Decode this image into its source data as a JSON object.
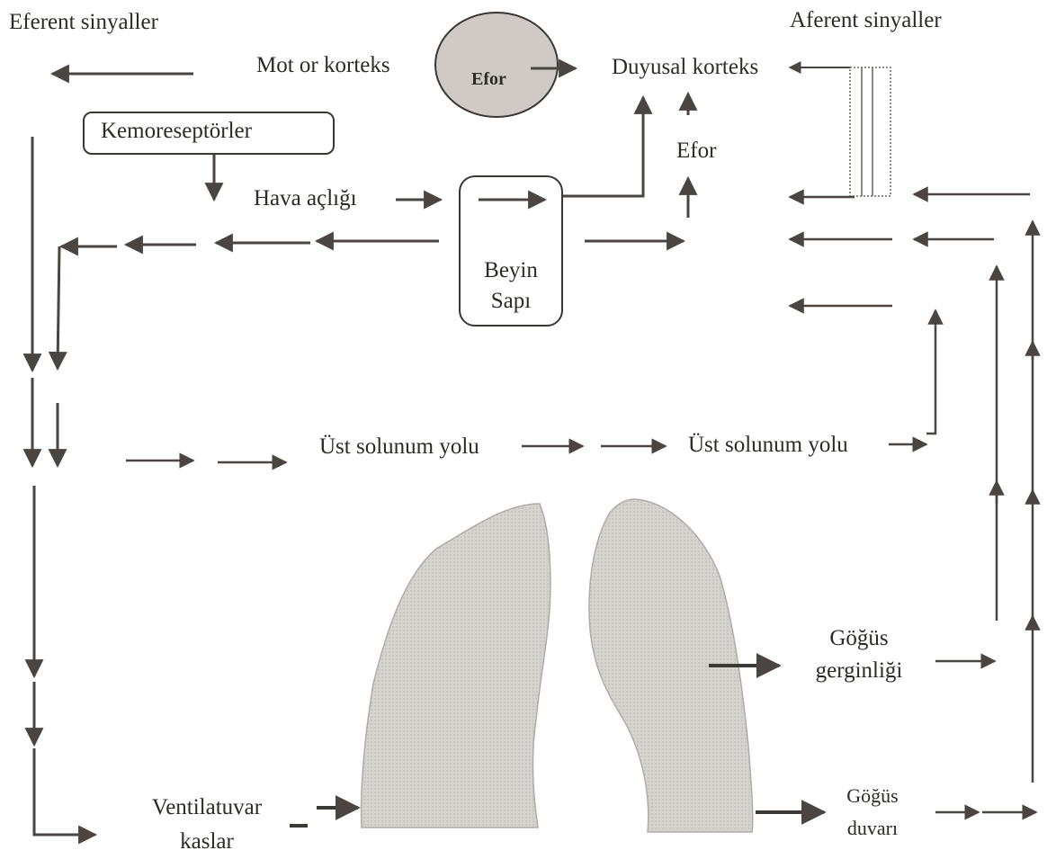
{
  "labels": {
    "efferent": "Eferent sinyaller",
    "afferent": "Aferent sinyaller",
    "motor_cortex": "Mot or korteks",
    "effort_oval": "Efor",
    "sensory_cortex": "Duyusal korteks",
    "chemoreceptors": "Kemoreseptörler",
    "effort": "Efor",
    "air_hunger": "Hava açlığı",
    "brainstem_line1": "Beyin",
    "brainstem_line2": "Sapı",
    "upper_airway_1": "Üst solunum yolu",
    "upper_airway_2": "Üst solunum yolu",
    "chest_tightness_line1": "Göğüs",
    "chest_tightness_line2": "gerginliği",
    "ventilatory_line1": "Ventilatuvar",
    "ventilatory_line2": "kaslar",
    "chest_wall_line1": "Göğüs",
    "chest_wall_line2": "duvarı"
  },
  "colors": {
    "arrow": "#4a4540",
    "oval_fill": "#cfcac5",
    "lung_fill": "#d4d1cd"
  }
}
